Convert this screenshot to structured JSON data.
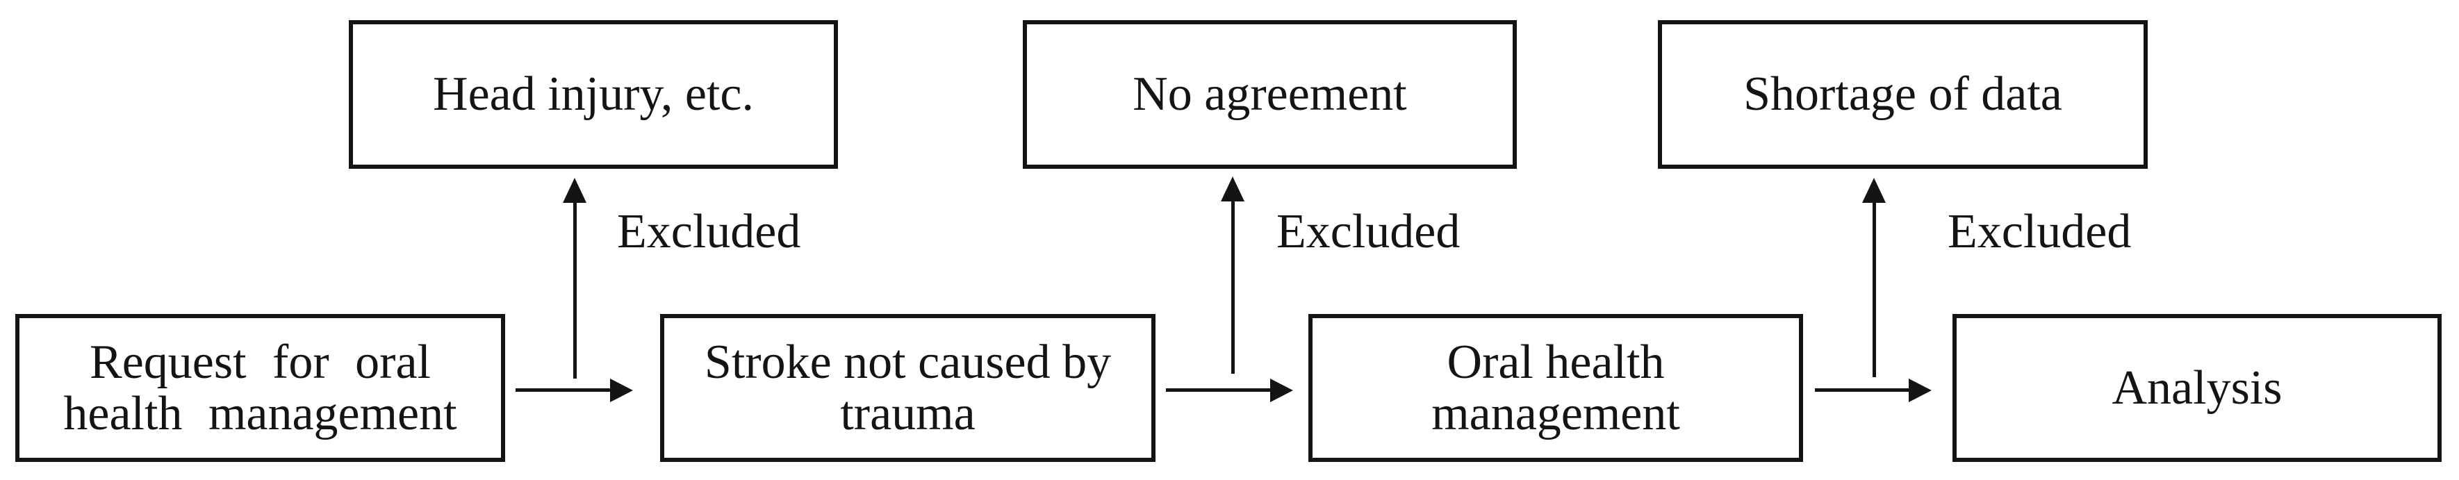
{
  "flowchart": {
    "background_color": "#ffffff",
    "line_color": "#141414",
    "process_steps": [
      {
        "lines": [
          "Request for oral",
          "health management"
        ]
      },
      {
        "lines": [
          "Stroke not caused by",
          "trauma"
        ]
      },
      {
        "lines": [
          "Oral health",
          "management"
        ]
      },
      {
        "lines": [
          "Analysis"
        ]
      }
    ],
    "exclusions": [
      {
        "box_label": "Head injury, etc.",
        "arrow_label": "Excluded"
      },
      {
        "box_label": "No agreement",
        "arrow_label": "Excluded"
      },
      {
        "box_label": "Shortage of data",
        "arrow_label": "Excluded"
      }
    ]
  }
}
